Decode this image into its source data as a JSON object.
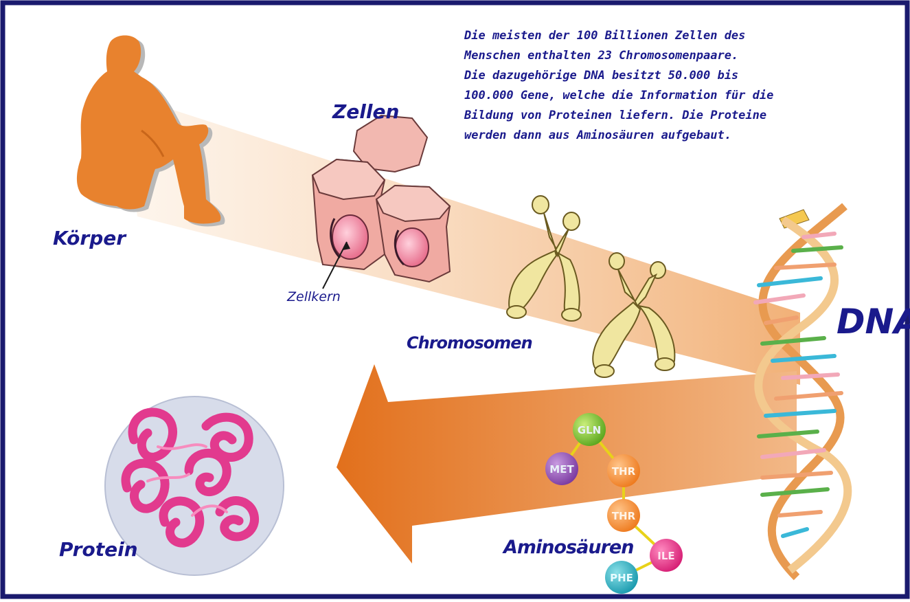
{
  "intro_lines": [
    "Die meisten der 100 Billionen Zellen des",
    "Menschen enthalten 23 Chromosomenpaare.",
    "Die dazugehörige DNA besitzt 50.000 bis",
    "100.000 Gene, welche die Information für die",
    "Bildung von Proteinen liefern. Die Proteine",
    "werden dann aus Aminosäuren aufgebaut."
  ],
  "labels": {
    "body": "Körper",
    "cells": "Zellen",
    "nucleus": "Zellkern",
    "chromosomes": "Chromosomen",
    "dna": "DNA",
    "amino_acids": "Aminosäuren",
    "protein": "Protein"
  },
  "amino_acid_chain": [
    "MET",
    "GLN",
    "THR",
    "THR",
    "ILE",
    "PHE"
  ],
  "colors": {
    "frame": "#1a1a6e",
    "text": "#1a1a8c",
    "arrow": "#e07a2a",
    "silhouette": "#e8822e",
    "cells": "#f2b8b0",
    "protein": "#e23a8e",
    "protein_bg": "#d7dcea"
  }
}
